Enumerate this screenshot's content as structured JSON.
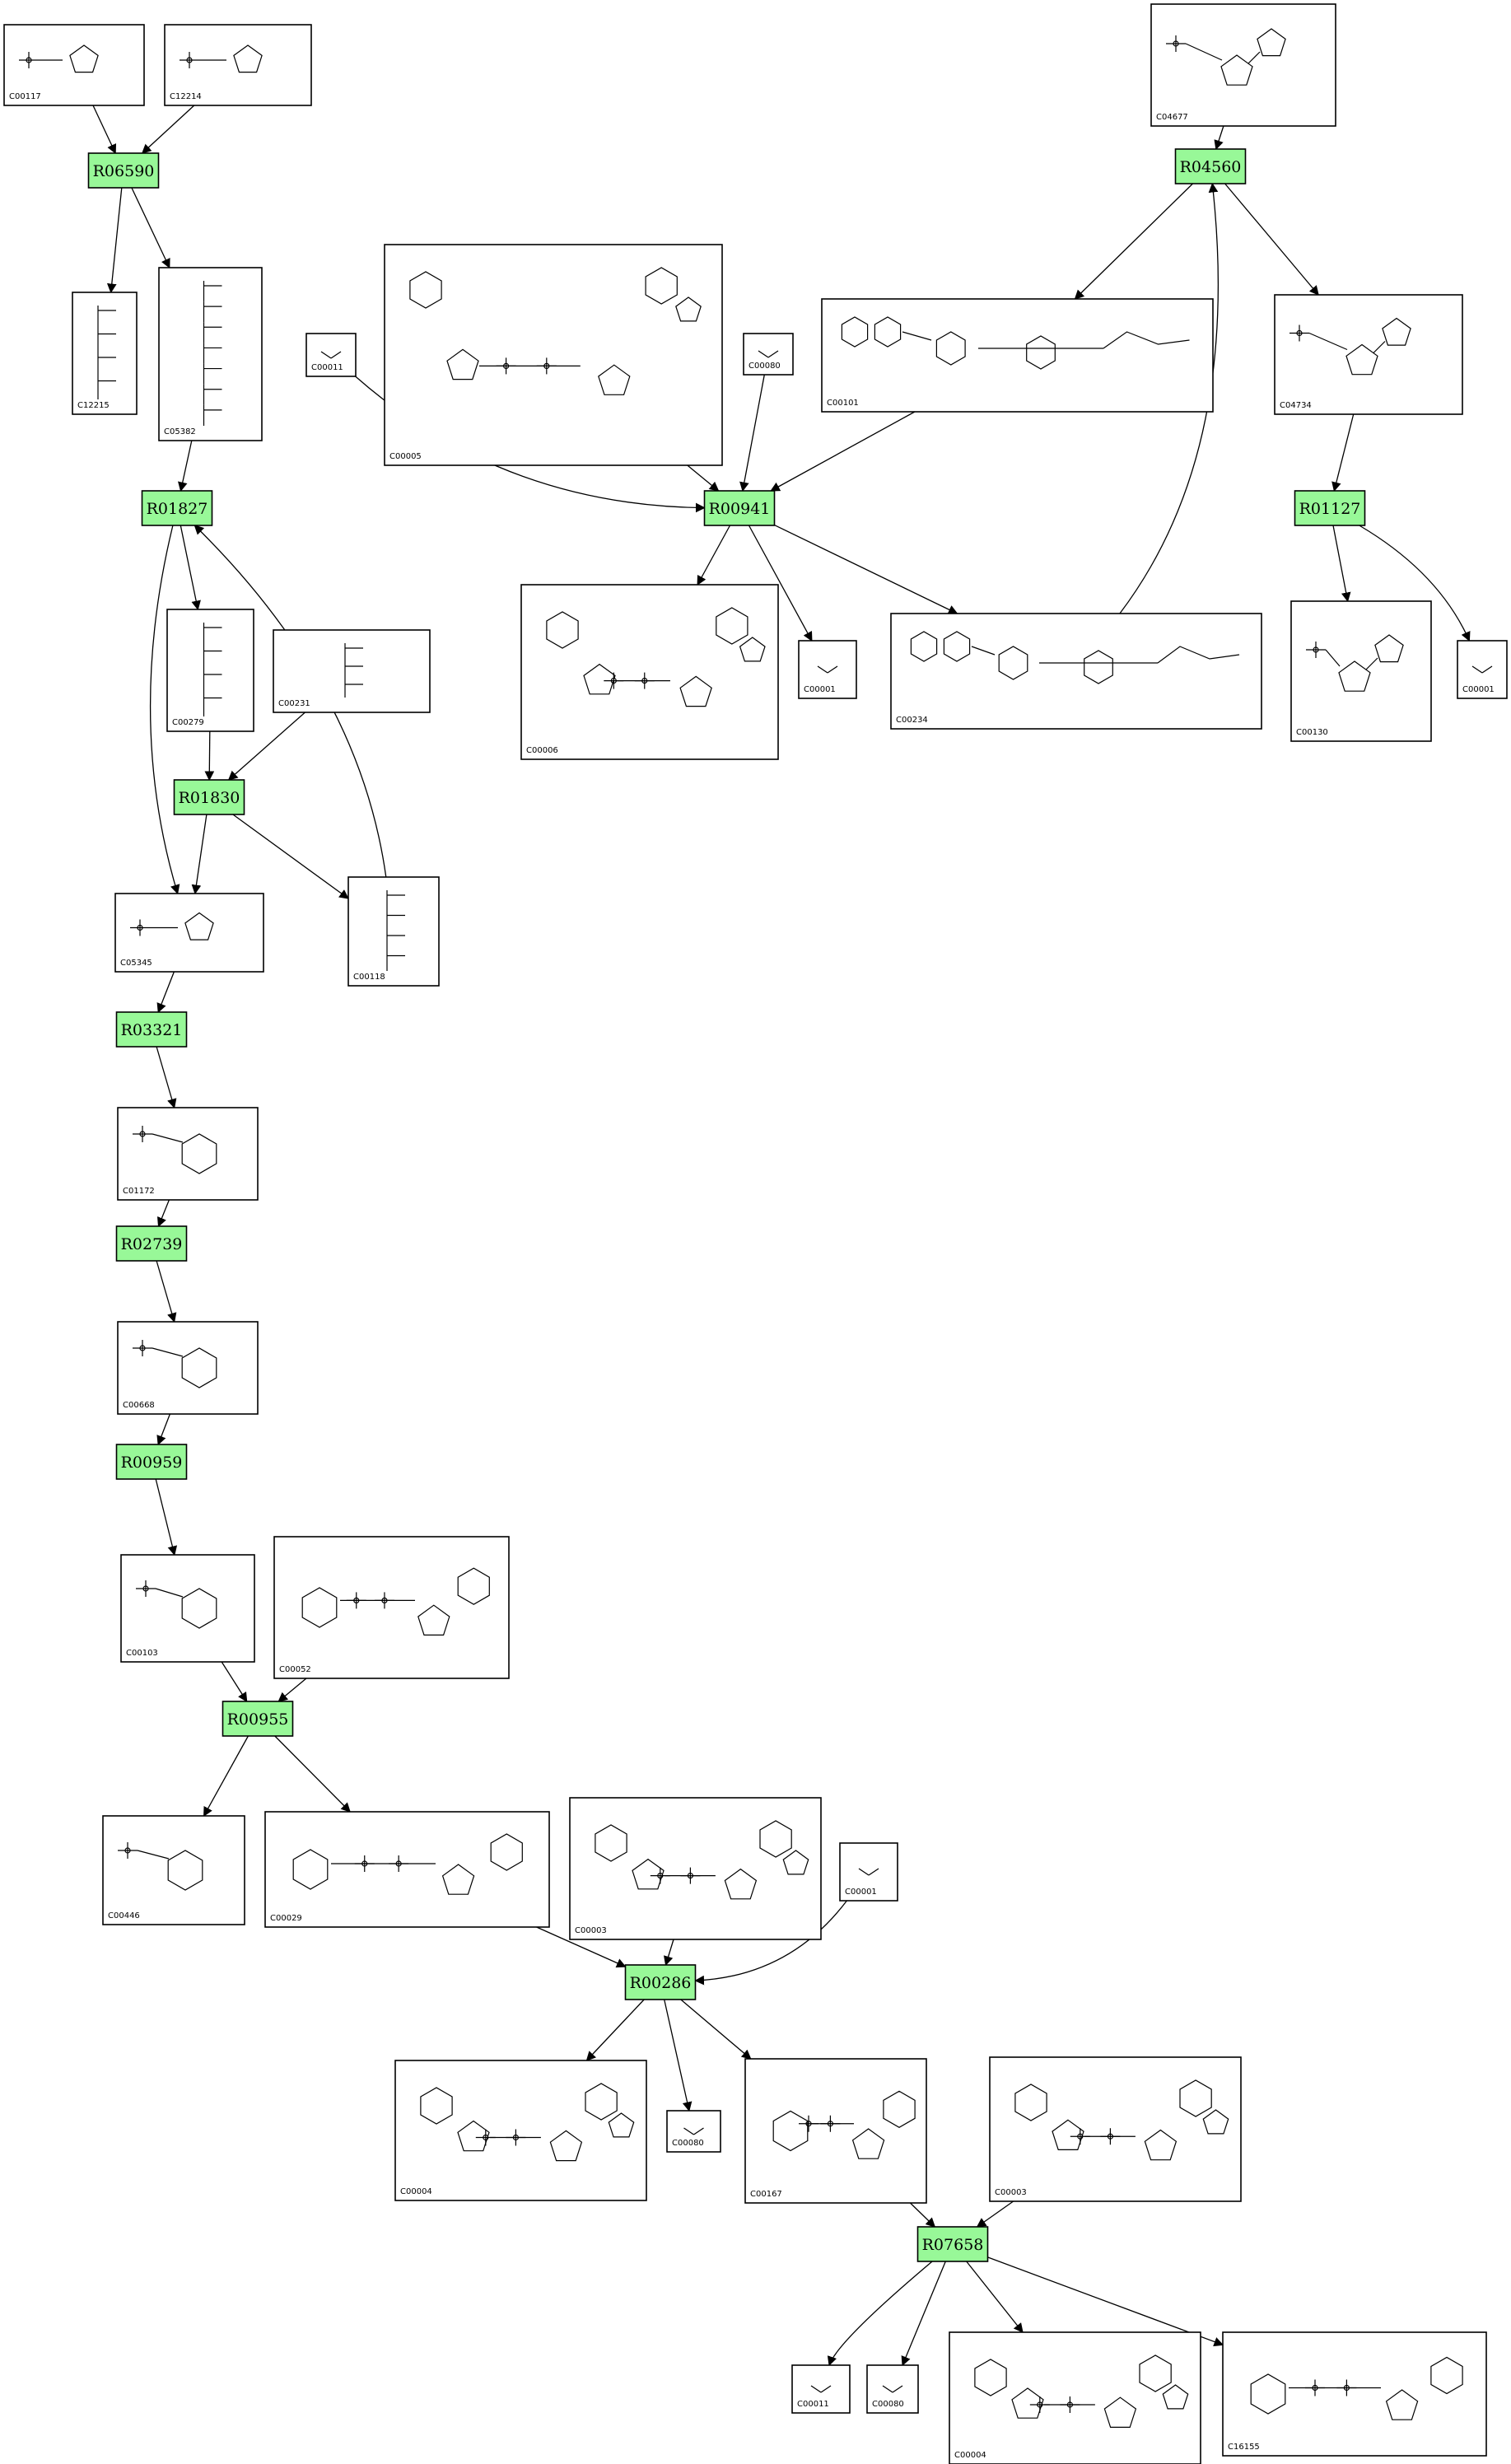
{
  "colors": {
    "reaction_fill": "#98f898",
    "box_stroke": "#000000",
    "background": "#ffffff"
  },
  "reactions": [
    {
      "id": "R06590"
    },
    {
      "id": "R04560"
    },
    {
      "id": "R01827"
    },
    {
      "id": "R00941"
    },
    {
      "id": "R01127"
    },
    {
      "id": "R01830"
    },
    {
      "id": "R03321"
    },
    {
      "id": "R02739"
    },
    {
      "id": "R00959"
    },
    {
      "id": "R00955"
    },
    {
      "id": "R00286"
    },
    {
      "id": "R07658"
    }
  ],
  "compounds": [
    {
      "key": "c00117",
      "id": "C00117"
    },
    {
      "key": "c12214",
      "id": "C12214"
    },
    {
      "key": "c04677",
      "id": "C04677"
    },
    {
      "key": "c12215",
      "id": "C12215"
    },
    {
      "key": "c05382",
      "id": "C05382"
    },
    {
      "key": "c00011a",
      "id": "C00011"
    },
    {
      "key": "c00005",
      "id": "C00005"
    },
    {
      "key": "c00080a",
      "id": "C00080"
    },
    {
      "key": "c00101",
      "id": "C00101"
    },
    {
      "key": "c04734",
      "id": "C04734"
    },
    {
      "key": "c00006",
      "id": "C00006"
    },
    {
      "key": "c00001a",
      "id": "C00001"
    },
    {
      "key": "c00234",
      "id": "C00234"
    },
    {
      "key": "c00130",
      "id": "C00130"
    },
    {
      "key": "c00001b",
      "id": "C00001"
    },
    {
      "key": "c00279",
      "id": "C00279"
    },
    {
      "key": "c00231",
      "id": "C00231"
    },
    {
      "key": "c05345",
      "id": "C05345"
    },
    {
      "key": "c00118",
      "id": "C00118"
    },
    {
      "key": "c01172",
      "id": "C01172"
    },
    {
      "key": "c00668",
      "id": "C00668"
    },
    {
      "key": "c00103",
      "id": "C00103"
    },
    {
      "key": "c00052",
      "id": "C00052"
    },
    {
      "key": "c00446",
      "id": "C00446"
    },
    {
      "key": "c00029",
      "id": "C00029"
    },
    {
      "key": "c00003a",
      "id": "C00003"
    },
    {
      "key": "c00001c",
      "id": "C00001"
    },
    {
      "key": "c00004a",
      "id": "C00004"
    },
    {
      "key": "c00080b",
      "id": "C00080"
    },
    {
      "key": "c00167",
      "id": "C00167"
    },
    {
      "key": "c00003b",
      "id": "C00003"
    },
    {
      "key": "c00011b",
      "id": "C00011"
    },
    {
      "key": "c00080c",
      "id": "C00080"
    },
    {
      "key": "c00004b",
      "id": "C00004"
    },
    {
      "key": "c16155",
      "id": "C16155"
    }
  ],
  "edges": [
    [
      "c00117",
      "R06590"
    ],
    [
      "c12214",
      "R06590"
    ],
    [
      "R06590",
      "c12215"
    ],
    [
      "R06590",
      "c05382"
    ],
    [
      "c05382",
      "R01827"
    ],
    [
      "R01827",
      "c00279"
    ],
    [
      "R01827",
      "c05345"
    ],
    [
      "c00279",
      "R01830"
    ],
    [
      "c00231",
      "R01830"
    ],
    [
      "R01830",
      "c05345"
    ],
    [
      "R01830",
      "c00118"
    ],
    [
      "c00118",
      "R01827"
    ],
    [
      "c04677",
      "R04560"
    ],
    [
      "R04560",
      "c00101"
    ],
    [
      "R04560",
      "c04734"
    ],
    [
      "c00234",
      "R04560"
    ],
    [
      "c04734",
      "R01127"
    ],
    [
      "R01127",
      "c00130"
    ],
    [
      "R01127",
      "c00001b"
    ],
    [
      "c00011a",
      "R00941"
    ],
    [
      "c00005",
      "R00941"
    ],
    [
      "c00080a",
      "R00941"
    ],
    [
      "c00101",
      "R00941"
    ],
    [
      "R00941",
      "c00006"
    ],
    [
      "R00941",
      "c00001a"
    ],
    [
      "R00941",
      "c00234"
    ],
    [
      "c05345",
      "R03321"
    ],
    [
      "R03321",
      "c01172"
    ],
    [
      "c01172",
      "R02739"
    ],
    [
      "R02739",
      "c00668"
    ],
    [
      "c00668",
      "R00959"
    ],
    [
      "R00959",
      "c00103"
    ],
    [
      "c00103",
      "R00955"
    ],
    [
      "c00052",
      "R00955"
    ],
    [
      "R00955",
      "c00446"
    ],
    [
      "R00955",
      "c00029"
    ],
    [
      "c00029",
      "R00286"
    ],
    [
      "c00003a",
      "R00286"
    ],
    [
      "c00001c",
      "R00286"
    ],
    [
      "R00286",
      "c00004a"
    ],
    [
      "R00286",
      "c00080b"
    ],
    [
      "R00286",
      "c00167"
    ],
    [
      "c00167",
      "R07658"
    ],
    [
      "c00003b",
      "R07658"
    ],
    [
      "R07658",
      "c00011b"
    ],
    [
      "R07658",
      "c00080c"
    ],
    [
      "R07658",
      "c00004b"
    ],
    [
      "R07658",
      "c16155"
    ]
  ]
}
